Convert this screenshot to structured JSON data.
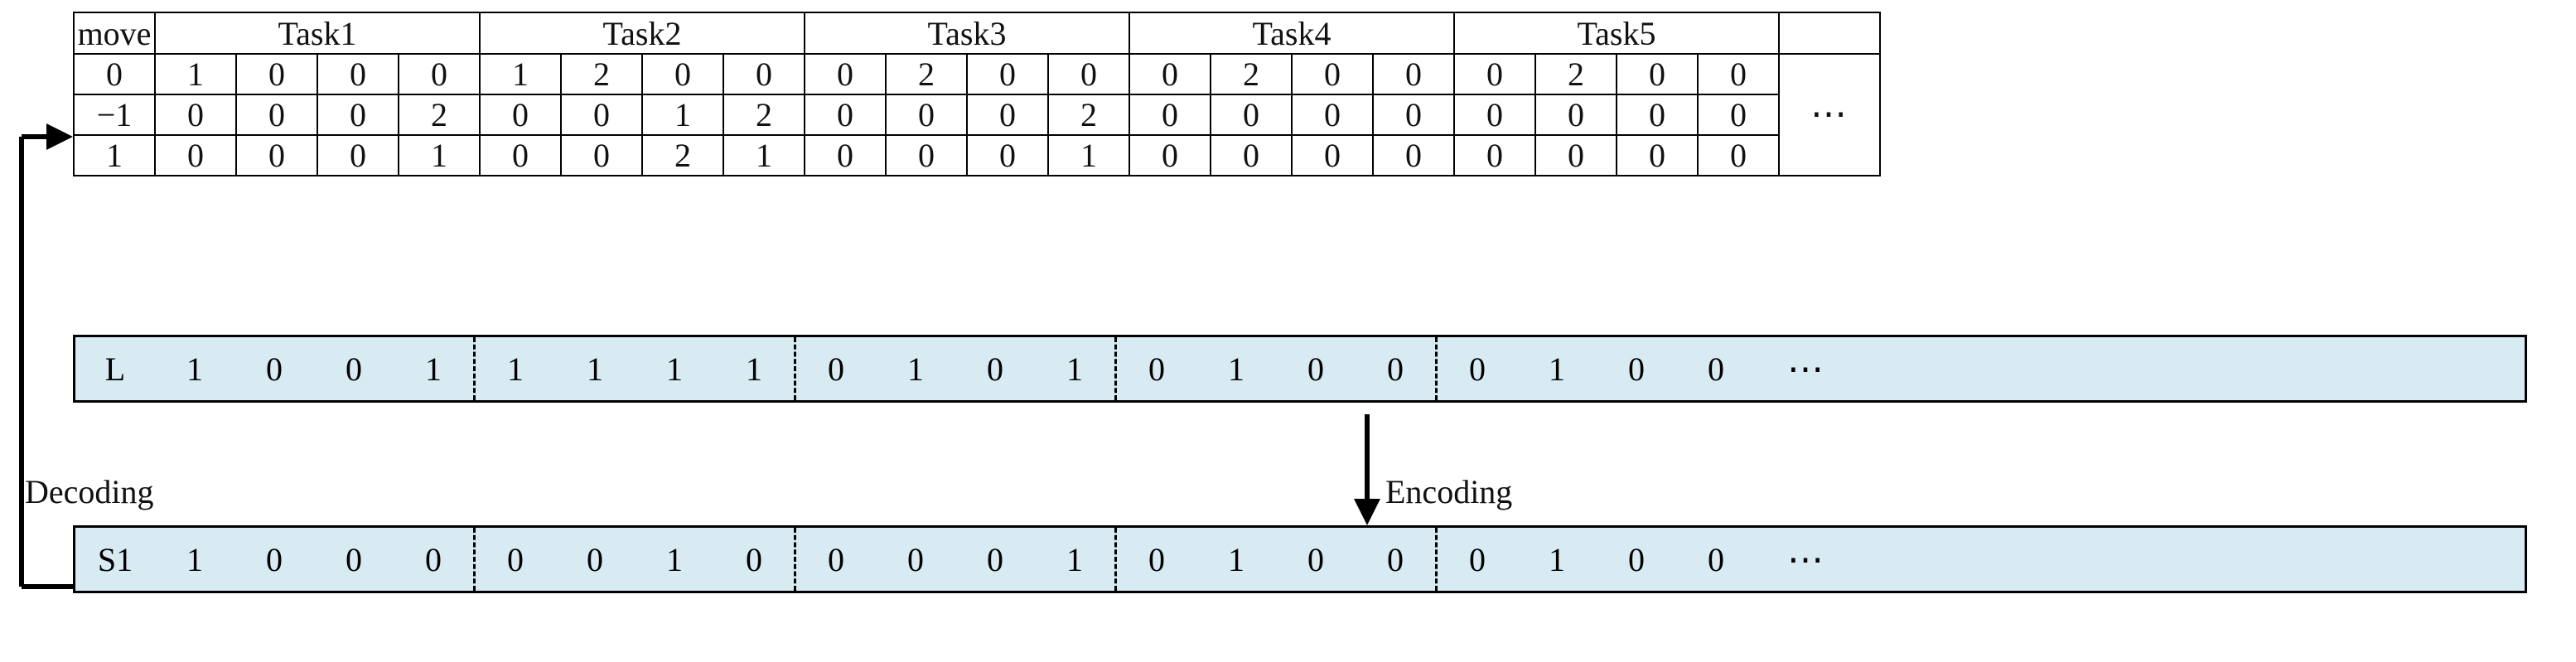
{
  "table": {
    "row_header_label": "move",
    "group_headers": [
      "Task1",
      "Task2",
      "Task3",
      "Task4",
      "Task5"
    ],
    "overflow_symbol": "⋯",
    "row_labels": [
      "0",
      "−1",
      "1"
    ],
    "rows": [
      {
        "label": "0",
        "values": [
          "1",
          "0",
          "0",
          "0",
          "1",
          "2",
          "0",
          "0",
          "0",
          "2",
          "0",
          "0",
          "0",
          "2",
          "0",
          "0",
          "0",
          "2",
          "0",
          "0"
        ],
        "highlight": [
          0,
          6,
          11,
          13,
          17
        ]
      },
      {
        "label": "−1",
        "values": [
          "0",
          "0",
          "0",
          "2",
          "0",
          "0",
          "1",
          "2",
          "0",
          "0",
          "0",
          "2",
          "0",
          "0",
          "0",
          "0",
          "0",
          "0",
          "0",
          "0"
        ],
        "highlight": [
          0,
          6,
          11,
          13,
          17
        ]
      },
      {
        "label": "1",
        "values": [
          "0",
          "0",
          "0",
          "1",
          "0",
          "0",
          "2",
          "1",
          "0",
          "0",
          "0",
          "1",
          "0",
          "0",
          "0",
          "0",
          "0",
          "0",
          "0",
          "0"
        ],
        "highlight": [
          0,
          6,
          11,
          13,
          17
        ]
      }
    ]
  },
  "bar_L": {
    "label": "L",
    "groups": [
      [
        "1",
        "0",
        "0",
        "1"
      ],
      [
        "1",
        "1",
        "1",
        "1"
      ],
      [
        "0",
        "1",
        "0",
        "1"
      ],
      [
        "0",
        "1",
        "0",
        "0"
      ],
      [
        "0",
        "1",
        "0",
        "0"
      ]
    ],
    "overflow_symbol": "⋯"
  },
  "bar_S1": {
    "label": "S1",
    "groups": [
      [
        "1",
        "0",
        "0",
        "0"
      ],
      [
        "0",
        "0",
        "1",
        "0"
      ],
      [
        "0",
        "0",
        "0",
        "1"
      ],
      [
        "0",
        "1",
        "0",
        "0"
      ],
      [
        "0",
        "1",
        "0",
        "0"
      ]
    ],
    "overflow_symbol": "⋯"
  },
  "annotations": {
    "encoding": "Encoding",
    "decoding": "Decoding"
  },
  "colors": {
    "bar_fill": "#d8eaf2",
    "cell_highlight": "#c3c3c3",
    "stroke": "#000000"
  }
}
